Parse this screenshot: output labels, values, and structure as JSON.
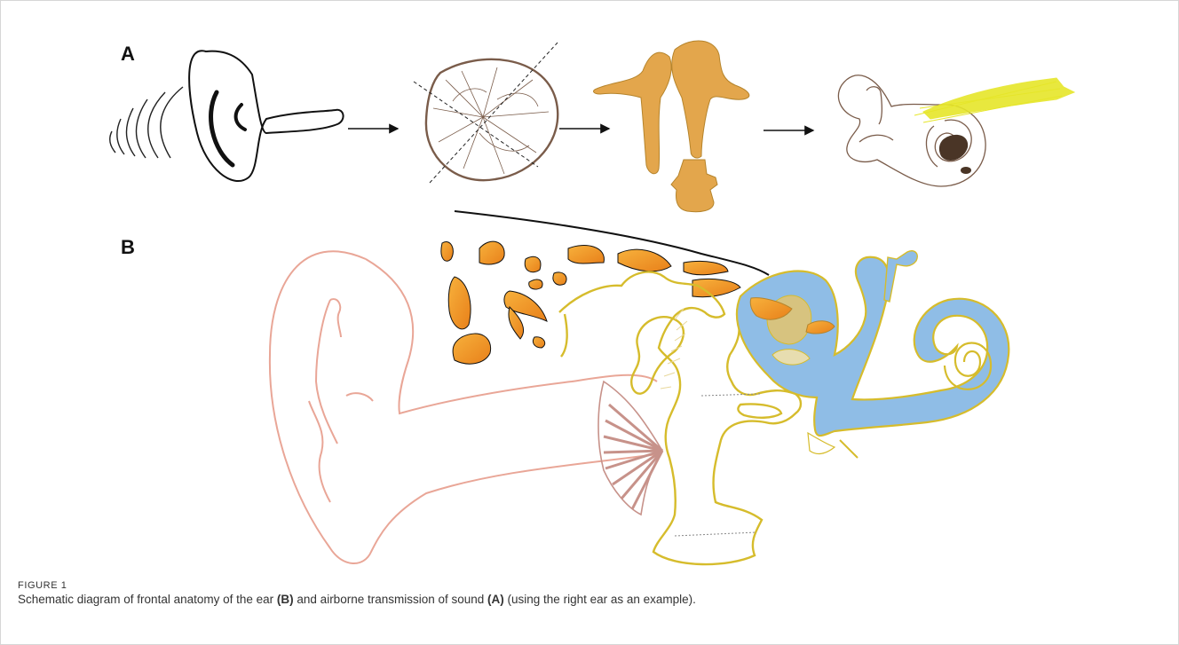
{
  "panels": {
    "a_label": "A",
    "b_label": "B"
  },
  "caption": {
    "label": "FIGURE 1",
    "part1": "Schematic diagram of frontal anatomy of the ear ",
    "ref1": "(B)",
    "part2": " and airborne transmission of sound ",
    "ref2": "(A)",
    "part3": " (using the right ear as an example)."
  },
  "colors": {
    "outline": "#1a1a1a",
    "eardrum": "#7a5c4a",
    "ossicle_fill": "#e3a64c",
    "ossicle_stroke": "#b5842c",
    "bone_fill": "#f39a2a",
    "outer_ear": "#e9a697",
    "middle_ear": "#d6bc2c",
    "inner_ear_fluid": "#8fbde6",
    "nerve": "#e6e62a",
    "cochlea_window": "#4a3526"
  }
}
